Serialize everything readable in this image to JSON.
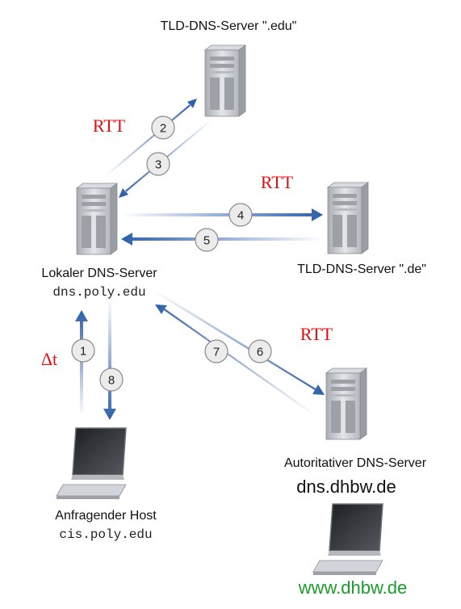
{
  "servers": {
    "tld_edu": {
      "label": "TLD-DNS-Server \".edu\"",
      "icon": "server-tower-icon"
    },
    "tld_de": {
      "label": "TLD-DNS-Server \".de\"",
      "icon": "server-tower-icon"
    },
    "local": {
      "label": "Lokaler DNS-Server",
      "hostname": "dns.poly.edu",
      "icon": "server-tower-icon"
    },
    "authoritative": {
      "label": "Autoritativer DNS-Server",
      "hostname": "dns.dhbw.de",
      "icon": "server-tower-icon"
    }
  },
  "hosts": {
    "requesting": {
      "label": "Anfragender Host",
      "hostname": "cis.poly.edu",
      "icon": "desktop-computer-icon"
    },
    "target": {
      "hostname": "www.dhbw.de",
      "icon": "desktop-computer-icon"
    }
  },
  "steps": [
    "1",
    "2",
    "3",
    "4",
    "5",
    "6",
    "7",
    "8"
  ],
  "annotations": {
    "rtt_top": "RTT",
    "rtt_middle": "RTT",
    "rtt_bottom": "RTT",
    "delta_t": "Δt"
  },
  "colors": {
    "arrow": "#2f5fa8",
    "annotation_red": "#e01010",
    "hostname_green": "#1a9e2a",
    "server_body": "#c9ccd1"
  }
}
